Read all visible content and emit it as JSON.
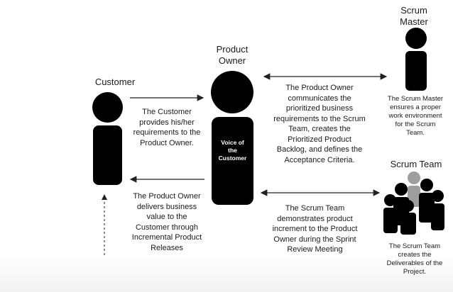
{
  "roles": {
    "customer": "Customer",
    "product_owner": "Product\nOwner",
    "scrum_master": "Scrum\nMaster",
    "scrum_team": "Scrum Team"
  },
  "voice_label": "Voice of\nthe\nCustomer",
  "flows": {
    "customer_to_po": "The Customer\nprovides his/her\nrequirements to the\nProduct Owner.",
    "po_to_customer": "The Product Owner\ndelivers business\nvalue to the\nCustomer through\nIncremental Product\nReleases",
    "po_to_sm": "The Product Owner\ncommunicates the\nprioritized business\nrequirements to the Scrum\nTeam, creates the\nPrioritized Product\nBacklog, and defines the\nAcceptance Criteria.",
    "team_to_po": "The Scrum Team\ndemonstrates product\nincrement to the Product\nOwner during the Sprint\nReview Meeting",
    "sm_desc": "The Scrum Master\nensures a proper\nwork environment\nfor the Scrum\nTeam.",
    "team_desc": "The Scrum Team\ncreates the\nDeliverables of the\nProject."
  },
  "colors": {
    "figure": "#000000",
    "highlight_member": "#9e9e9e",
    "arrow": "#222222"
  }
}
